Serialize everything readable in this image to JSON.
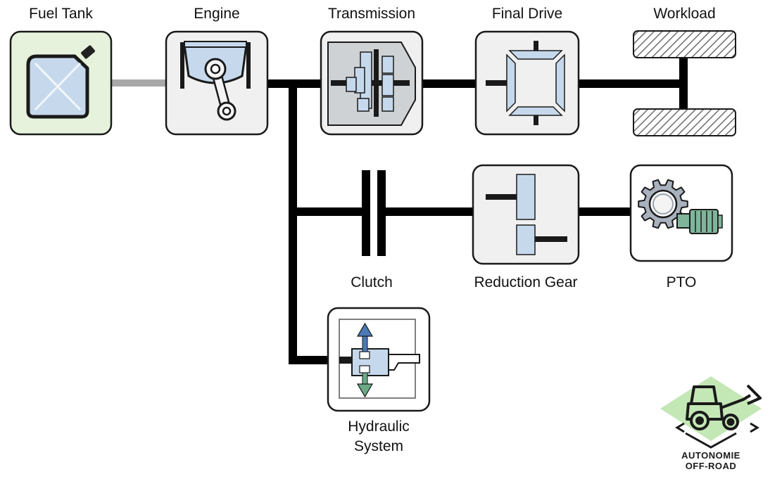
{
  "components": {
    "fuel_tank": "Fuel Tank",
    "engine": "Engine",
    "transmission": "Transmission",
    "final_drive": "Final Drive",
    "workload": "Workload",
    "clutch": "Clutch",
    "reduction_gear": "Reduction Gear",
    "pto": "PTO",
    "hydraulic_line1": "Hydraulic",
    "hydraulic_line2": "System"
  },
  "logo": {
    "line1": "AUTONOMIE",
    "line2": "OFF-ROAD"
  },
  "colors": {
    "shaft": "#000000",
    "fuel_line": "#a8a8a8",
    "box_fill": "#f0f0f0",
    "fuel_box_fill": "#e6f2dc",
    "part_fill": "#c6d9ec",
    "gear_gray": "#a8b1bd",
    "motor_green": "#7fb59b",
    "arrow_blue": "#4a7ab5",
    "arrow_green": "#6aaa86",
    "logo_green": "#c4e7b6"
  }
}
